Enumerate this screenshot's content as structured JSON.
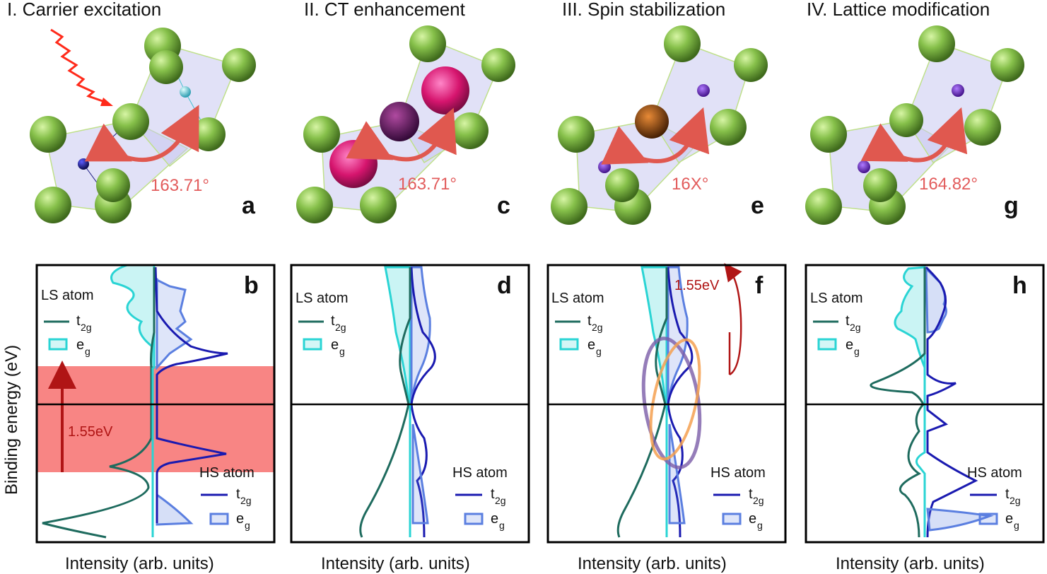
{
  "panels_top": [
    {
      "title": "I. Carrier excitation",
      "letter": "a",
      "angle": "163.71°"
    },
    {
      "title": "II. CT enhancement",
      "letter": "c",
      "angle": "163.71°"
    },
    {
      "title": "III. Spin stabilization",
      "letter": "e",
      "angle": "16X°"
    },
    {
      "title": "IV. Lattice modification",
      "letter": "g",
      "angle": "164.82°"
    }
  ],
  "panels_bottom": [
    {
      "letter": "b",
      "xlabel": "Intensity (arb. units)"
    },
    {
      "letter": "d",
      "xlabel": "Intensity (arb. units)"
    },
    {
      "letter": "f",
      "xlabel": "Intensity (arb. units)"
    },
    {
      "letter": "h",
      "xlabel": "Intensity (arb. units)"
    }
  ],
  "ylabel": "Binding energy (eV)",
  "legend": {
    "ls_atom": "LS atom",
    "hs_atom": "HS atom",
    "t": "t",
    "t_sub": "2g",
    "e": "e",
    "e_sub": "g"
  },
  "annotation_b": "1.55eV",
  "annotation_f": "1.55eV",
  "colors": {
    "ls_t2g": "#1e6b5e",
    "ls_eg": "#2ad4d4",
    "hs_t2g": "#1a1ab0",
    "hs_eg": "#5b7fe0",
    "band": "#f7706f",
    "angle": "#e25c5c",
    "green_atom": "#7ab648"
  }
}
